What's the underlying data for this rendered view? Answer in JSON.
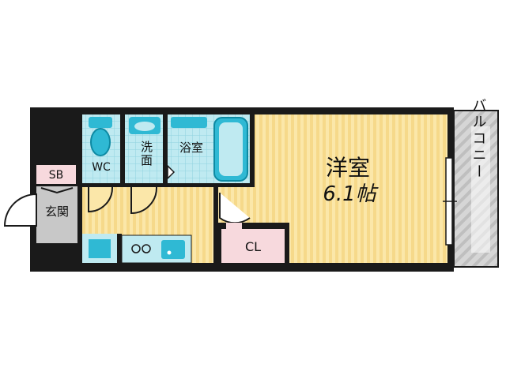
{
  "floor_plan": {
    "rooms": {
      "western_room": {
        "label": "洋室",
        "size": "6.1帖"
      },
      "bath": {
        "label": "浴室"
      },
      "washroom": {
        "label": "洗面"
      },
      "toilet": {
        "label": "WC"
      },
      "closet": {
        "label": "CL"
      },
      "entrance": {
        "label": "玄関"
      },
      "shoe_box": {
        "label": "SB"
      },
      "balcony": {
        "label": "バルコニー"
      }
    }
  },
  "colors": {
    "wall": "#1a1a1a",
    "tatami_room": "#fbe7a9",
    "tatami_stripe": "#f6d98a",
    "wet_area_tile": "#bfeaf1",
    "tile_grid": "#8fd3df",
    "fixture_blue": "#2fb9d4",
    "closet": "#f7d9dd",
    "shoe_box": "#f7d9dd",
    "entrance": "#c8c8c8",
    "balcony": "#d6d6d6"
  }
}
